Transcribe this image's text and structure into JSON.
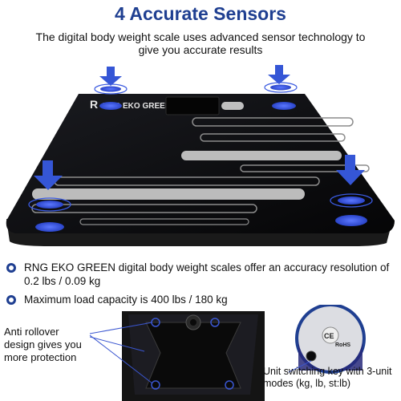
{
  "header": {
    "title": "4 Accurate Sensors",
    "subtitle": "The digital body weight scale uses advanced sensor technology to give you accurate results"
  },
  "scale": {
    "brand": "RNG EKO GREEN",
    "logo_letter": "R"
  },
  "features": [
    {
      "text": "RNG EKO GREEN digital body weight scales offer an accuracy resolution of 0.2 lbs / 0.09 kg"
    },
    {
      "text": "Maximum load capacity is 400 lbs / 180 kg"
    }
  ],
  "callouts": {
    "anti_rollover": "Anti rollover design gives you more protection",
    "unit_key": "Unit switching key with 3-unit modes (kg, lb, st:lb)"
  },
  "badge": {
    "ce": "CE",
    "rohs": "RoHS"
  },
  "colors": {
    "accent": "#1f3f91",
    "arrow": "#3556d6",
    "sensor": "#3a5ae0",
    "scale_body": "#0b0b0d"
  }
}
